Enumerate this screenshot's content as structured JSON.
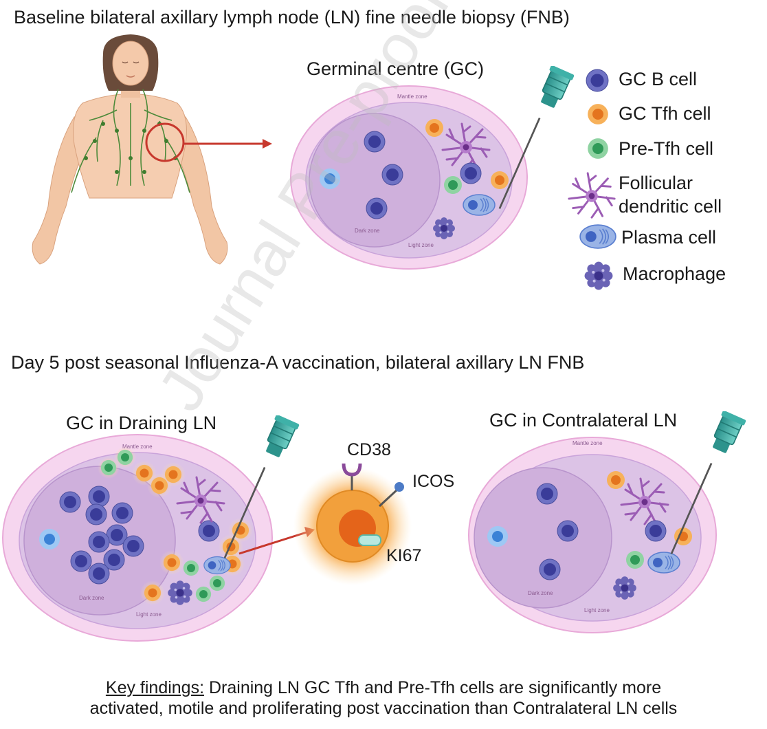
{
  "title_top": "Baseline bilateral axillary lymph node (LN) fine needle biopsy (FNB)",
  "top_gc_title": "Germinal centre (GC)",
  "zones": {
    "mantle": "Mantle zone",
    "dark": "Dark zone",
    "light": "Light zone"
  },
  "legend": [
    {
      "label": "GC B cell",
      "icon": "gc-b-cell-icon",
      "color": "#4a4fa8"
    },
    {
      "label": "GC Tfh cell",
      "icon": "gc-tfh-cell-icon",
      "color": "#ef8a2a"
    },
    {
      "label": "Pre-Tfh cell",
      "icon": "pre-tfh-cell-icon",
      "color": "#3fae6a"
    },
    {
      "label_line1": "Follicular",
      "label_line2": "dendritic cell",
      "icon": "follicular-dendritic-cell-icon",
      "color": "#9b5cb4"
    },
    {
      "label": "Plasma cell",
      "icon": "plasma-cell-icon",
      "color": "#5a7fd0"
    },
    {
      "label": "Macrophage",
      "icon": "macrophage-icon",
      "color": "#6a5fb8"
    }
  ],
  "title_mid": "Day 5 post seasonal Influenza-A vaccination, bilateral axillary LN FNB",
  "draining_title": "GC in Draining LN",
  "contralateral_title": "GC in Contralateral LN",
  "markers": {
    "cd38": "CD38",
    "icos": "ICOS",
    "ki67": "KI67"
  },
  "watermark": "Journal Pre-proof",
  "footer": {
    "key_label": "Key findings:",
    "line1_rest": " Draining LN GC Tfh and Pre-Tfh cells are significantly more",
    "line2": "activated, motile and proliferating post vaccination than Contralateral LN cells"
  }
}
